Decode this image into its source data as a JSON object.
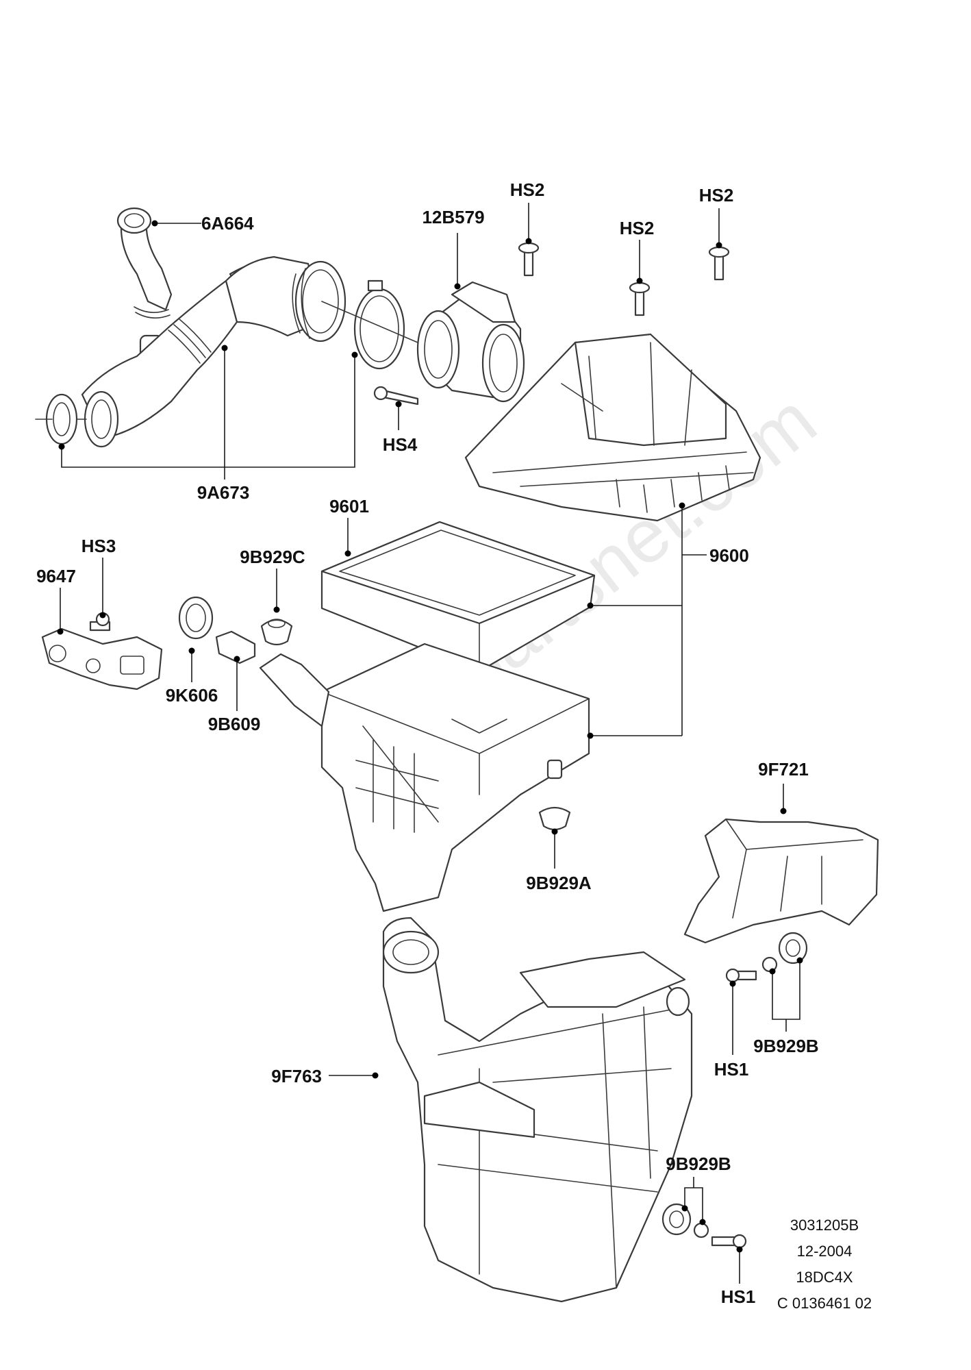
{
  "watermark": "Autopartsnet.com",
  "labels": {
    "p_6a664": "6A664",
    "p_12b579": "12B579",
    "p_hs2_a": "HS2",
    "p_hs2_b": "HS2",
    "p_hs2_c": "HS2",
    "p_hs4": "HS4",
    "p_9a673": "9A673",
    "p_9601": "9601",
    "p_9600": "9600",
    "p_hs3": "HS3",
    "p_9647": "9647",
    "p_9b929c": "9B929C",
    "p_9k606": "9K606",
    "p_9b609": "9B609",
    "p_9f721": "9F721",
    "p_9b929a": "9B929A",
    "p_9f763": "9F763",
    "p_hs1_a": "HS1",
    "p_9b929b_a": "9B929B",
    "p_9b929b_b": "9B929B",
    "p_hs1_b": "HS1"
  },
  "info_block": {
    "line1": "3031205B",
    "line2": "12-2004",
    "line3": "18DC4X",
    "line4": "C 0136461 02"
  }
}
